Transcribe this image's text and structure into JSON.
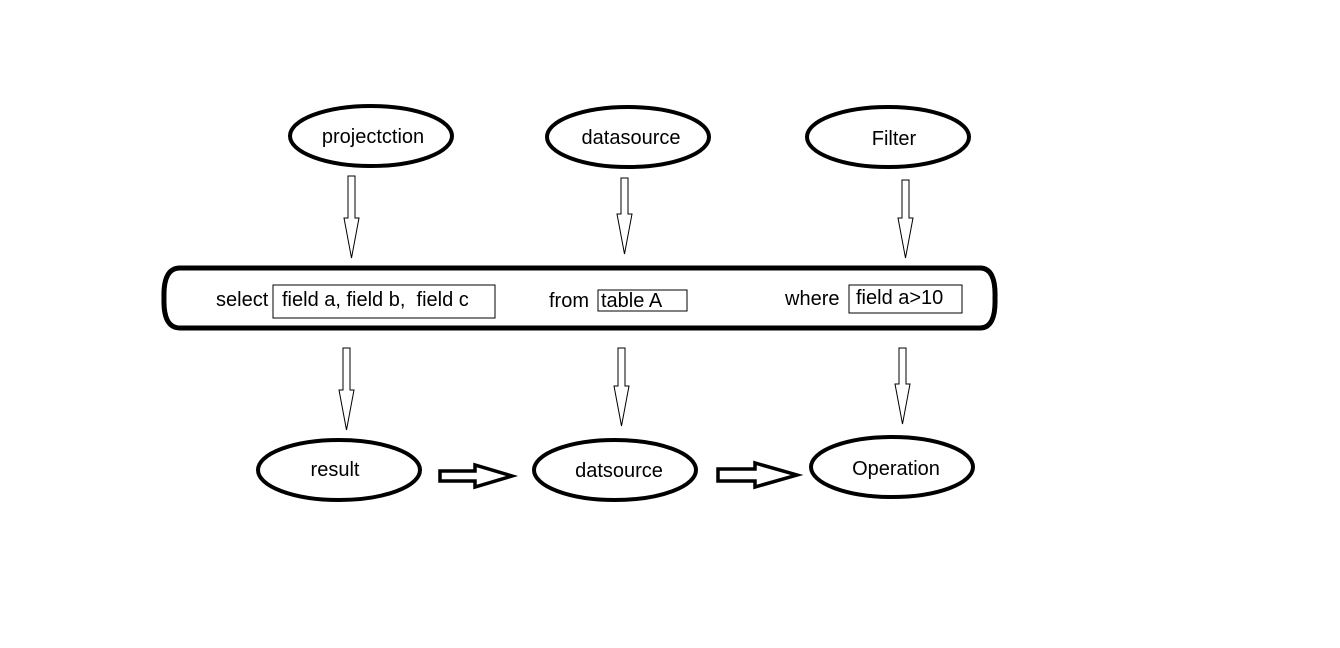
{
  "nodes": {
    "projection": "projectction",
    "datasource_top": "datasource",
    "filter": "Filter",
    "result": "result",
    "datasource_bottom": "datsource",
    "operation": "Operation"
  },
  "query": {
    "select_keyword": "select",
    "select_fields": "field a, field b,  field c",
    "from_keyword": "from",
    "from_table": "table A",
    "where_keyword": "where",
    "where_condition": "field a>10"
  },
  "colors": {
    "stroke": "#000000",
    "background": "#ffffff"
  }
}
